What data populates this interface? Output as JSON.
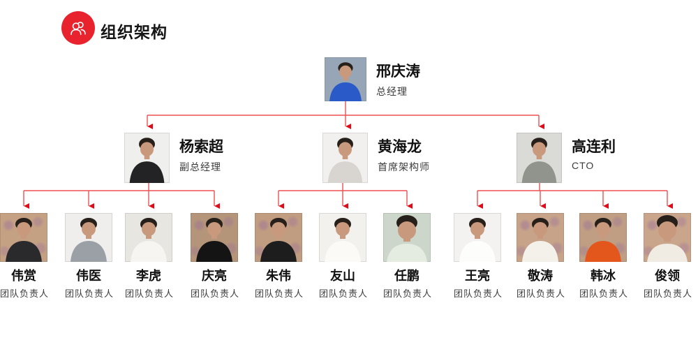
{
  "header": {
    "title": "组织架构",
    "icon": "group-icon"
  },
  "colors": {
    "accent": "#e8232d",
    "connector_line": "#ee5151",
    "connector_arrow": "#dd0c18"
  },
  "people": {
    "root": {
      "name": "邢庆涛",
      "title": "总经理"
    },
    "level2": [
      {
        "name": "杨索超",
        "title": "副总经理"
      },
      {
        "name": "黄海龙",
        "title": "首席架构师"
      },
      {
        "name": "高连利",
        "title": "CTO"
      }
    ],
    "level3": [
      {
        "name": "伟赏",
        "title": "团队负责人"
      },
      {
        "name": "伟医",
        "title": "团队负责人"
      },
      {
        "name": "李虎",
        "title": "团队负责人"
      },
      {
        "name": "庆亮",
        "title": "团队负责人"
      },
      {
        "name": "朱伟",
        "title": "团队负责人"
      },
      {
        "name": "友山",
        "title": "团队负责人"
      },
      {
        "name": "任鹏",
        "title": "团队负责人"
      },
      {
        "name": "王亮",
        "title": "团队负责人"
      },
      {
        "name": "敬涛",
        "title": "团队负责人"
      },
      {
        "name": "韩冰",
        "title": "团队负责人"
      },
      {
        "name": "俊领",
        "title": "团队负责人"
      }
    ]
  }
}
